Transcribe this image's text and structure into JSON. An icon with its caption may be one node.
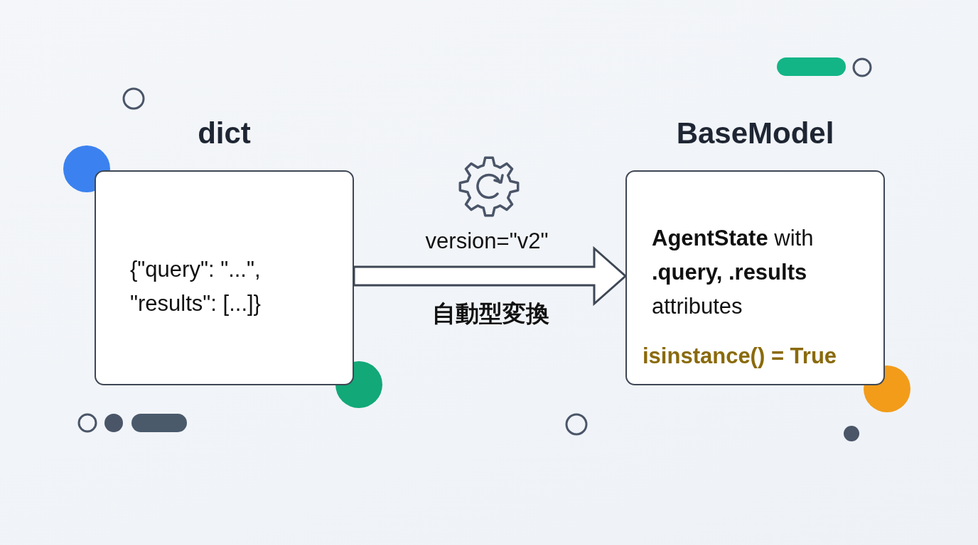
{
  "diagram": {
    "nodes": [
      {
        "text": [
          "dict",
          "{\"query\": \"...\", \"results\": [...]}"
        ]
      },
      {
        "text": [
          "BaseModel",
          "**AgentState** with **.query, .results** attributes",
          "isinstance() = True"
        ]
      }
    ],
    "edges": [
      {
        "from": 0,
        "to": 1,
        "arrow": "to",
        "label": "version=\"v2\""
      }
    ],
    "labels": [
      "自動型変換"
    ]
  }
}
